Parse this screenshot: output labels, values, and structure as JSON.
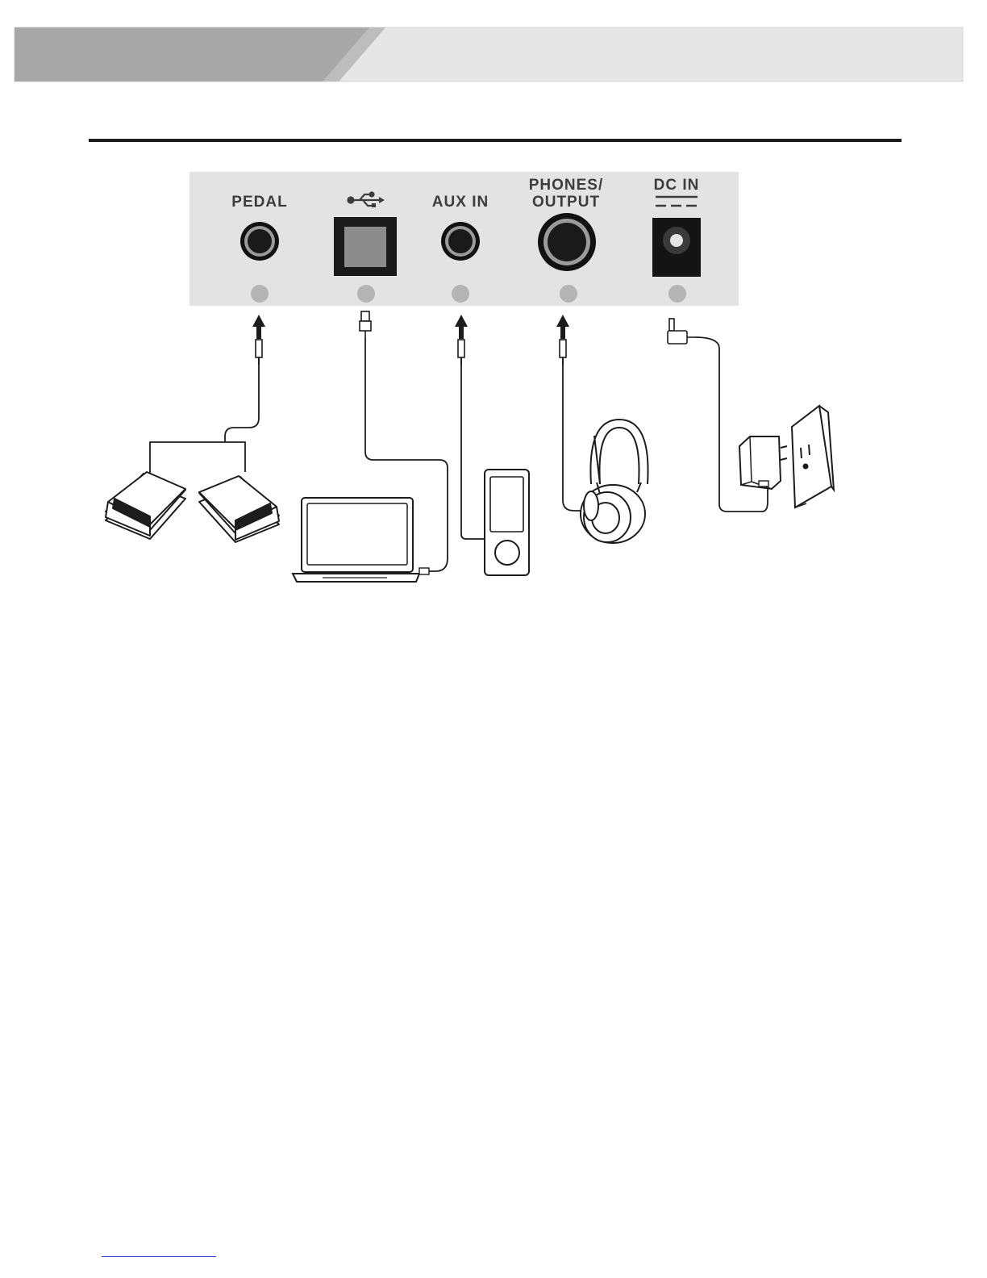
{
  "colors": {
    "header_dark": "#a8a8a9",
    "header_light": "#e6e6e7",
    "panel": "#e3e3e3",
    "indicator": "#b4b4b4",
    "line": "#1c1c1c",
    "footer_link": "#2a4bd7"
  },
  "panel": {
    "jacks": [
      {
        "label": "PEDAL",
        "label_line2": "",
        "icon": "quarter-inch-jack-icon",
        "device": "sustain-pedal-icon"
      },
      {
        "label": "",
        "label_line2": "",
        "icon": "usb-port-icon",
        "symbol": "usb-symbol-icon",
        "device": "laptop-icon"
      },
      {
        "label": "AUX IN",
        "label_line2": "",
        "icon": "aux-jack-icon",
        "device": "media-player-icon"
      },
      {
        "label": "PHONES/",
        "label_line2": "OUTPUT",
        "icon": "phones-jack-icon",
        "device": "headphones-icon"
      },
      {
        "label": "DC IN",
        "label_line2": "",
        "icon": "dc-in-jack-icon",
        "symbol": "dc-polarity-icon",
        "device": "power-adapter-icon"
      }
    ]
  }
}
